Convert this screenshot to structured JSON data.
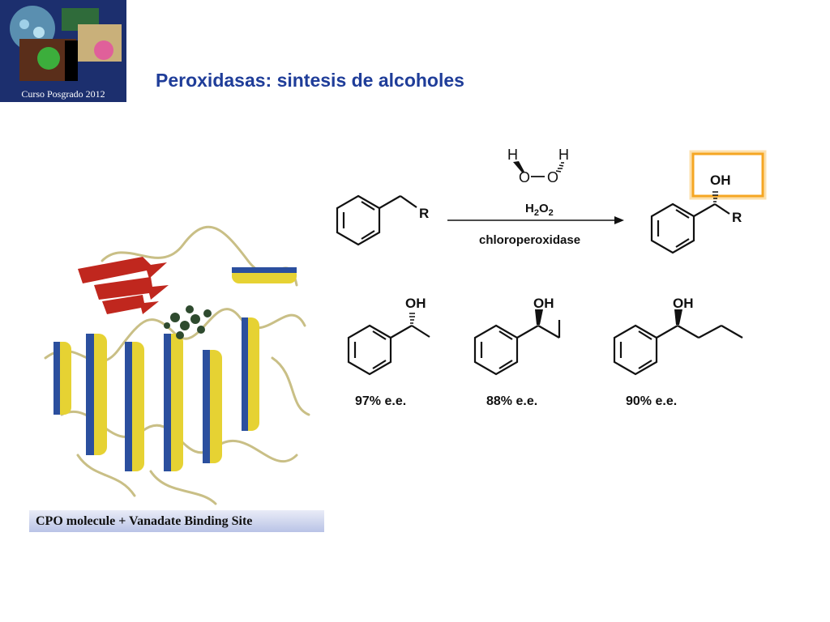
{
  "header": {
    "title": "Peroxidasas: sintesis de alcoholes",
    "logo_caption": "Curso Posgrado 2012"
  },
  "figure": {
    "caption": "CPO molecule + Vanadate Binding Site"
  },
  "scheme": {
    "substituent": "R",
    "reagent_label": "H2O2",
    "enzyme_label": "chloroperoxidase",
    "peroxide_atoms": {
      "h": "H",
      "o": "O"
    },
    "product_group": "OH",
    "highlight_color": "#f5a623",
    "examples": [
      {
        "group": "OH",
        "ee": "97% e.e."
      },
      {
        "group": "OH",
        "ee": "88% e.e."
      },
      {
        "group": "OH",
        "ee": "90% e.e."
      }
    ]
  },
  "colors": {
    "title": "#1f3d99",
    "logo_bg": "#1c2f6e",
    "helix_yellow": "#e6d233",
    "helix_blue": "#2b4f9e",
    "sheet_red": "#c0271e"
  }
}
